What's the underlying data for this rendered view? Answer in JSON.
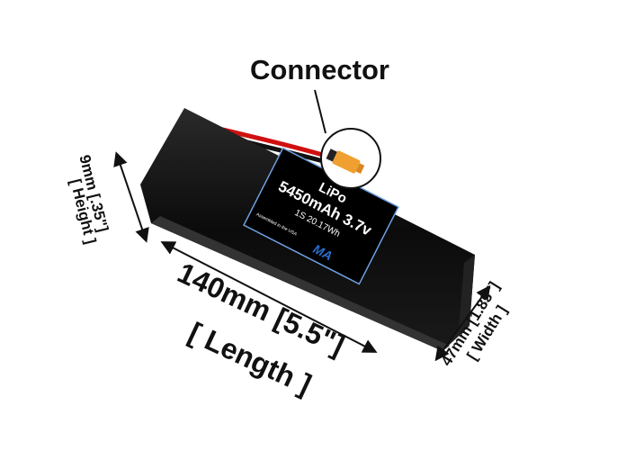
{
  "callout": {
    "connector": "Connector"
  },
  "battery_label": {
    "type": "LiPo",
    "capacity_voltage": "5450mAh 3.7v",
    "config_energy": "1S 20.17Wh",
    "assembled": "Assembled in the USA",
    "logo": "MA"
  },
  "dimensions": {
    "height": {
      "value": "9mm [.35\"]",
      "name": "[ Height ]"
    },
    "length": {
      "value": "140mm [5.5\"]",
      "name": "[ Length ]"
    },
    "width": {
      "value": "47mm [1.85\"]",
      "name": "[ Width ]"
    }
  },
  "colors": {
    "battery": "#0d0d0d",
    "label_border": "#6fa0e0",
    "connector": "#f0a030",
    "wire_red": "#d01010",
    "logo": "#2a6fd0"
  }
}
